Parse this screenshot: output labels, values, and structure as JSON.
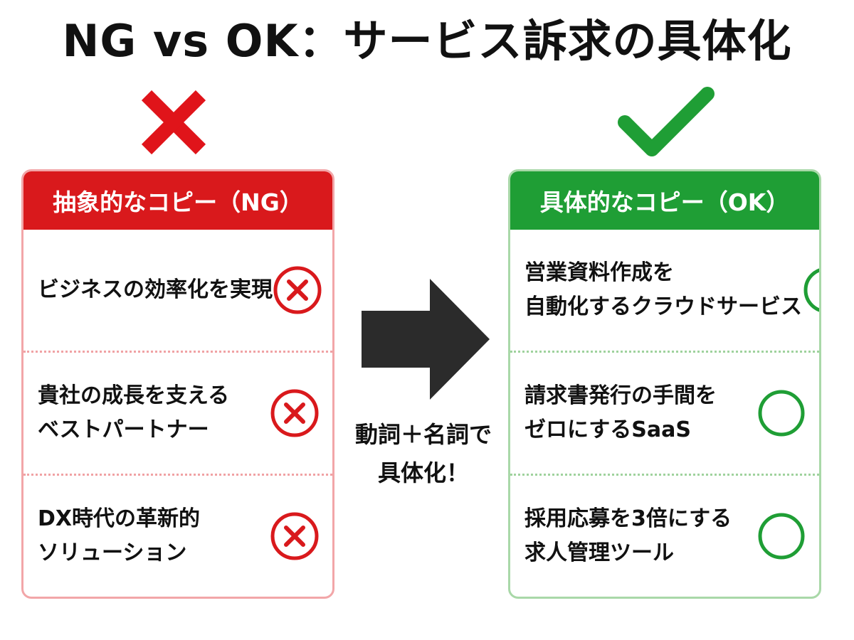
{
  "title": "NG vs OK：サービス訴求の具体化",
  "colors": {
    "ng": "#d9191c",
    "ng_border": "#f2a6a8",
    "ok": "#1f9e35",
    "ok_border": "#a9d8a8",
    "arrow": "#2b2b2b"
  },
  "ng_panel": {
    "mark_icon": "cross-icon",
    "header": "抽象的なコピー（NG）",
    "item_icon": "circled-cross-icon",
    "items": [
      {
        "line1": "ビジネスの効率化を実現",
        "line2": ""
      },
      {
        "line1": "貴社の成長を支える",
        "line2": "ベストパートナー"
      },
      {
        "line1": "DX時代の革新的",
        "line2": "ソリューション"
      }
    ]
  },
  "ok_panel": {
    "mark_icon": "checkmark-icon",
    "header": "具体的なコピー（OK）",
    "item_icon": "circle-icon",
    "items": [
      {
        "line1": "営業資料作成を",
        "line2": "自動化するクラウドサービス"
      },
      {
        "line1": "請求書発行の手間を",
        "line2": "ゼロにするSaaS"
      },
      {
        "line1": "採用応募を3倍にする",
        "line2": "求人管理ツール"
      }
    ]
  },
  "center": {
    "arrow_icon": "right-arrow-icon",
    "note_line1": "動詞＋名詞で",
    "note_line2": "具体化！"
  }
}
